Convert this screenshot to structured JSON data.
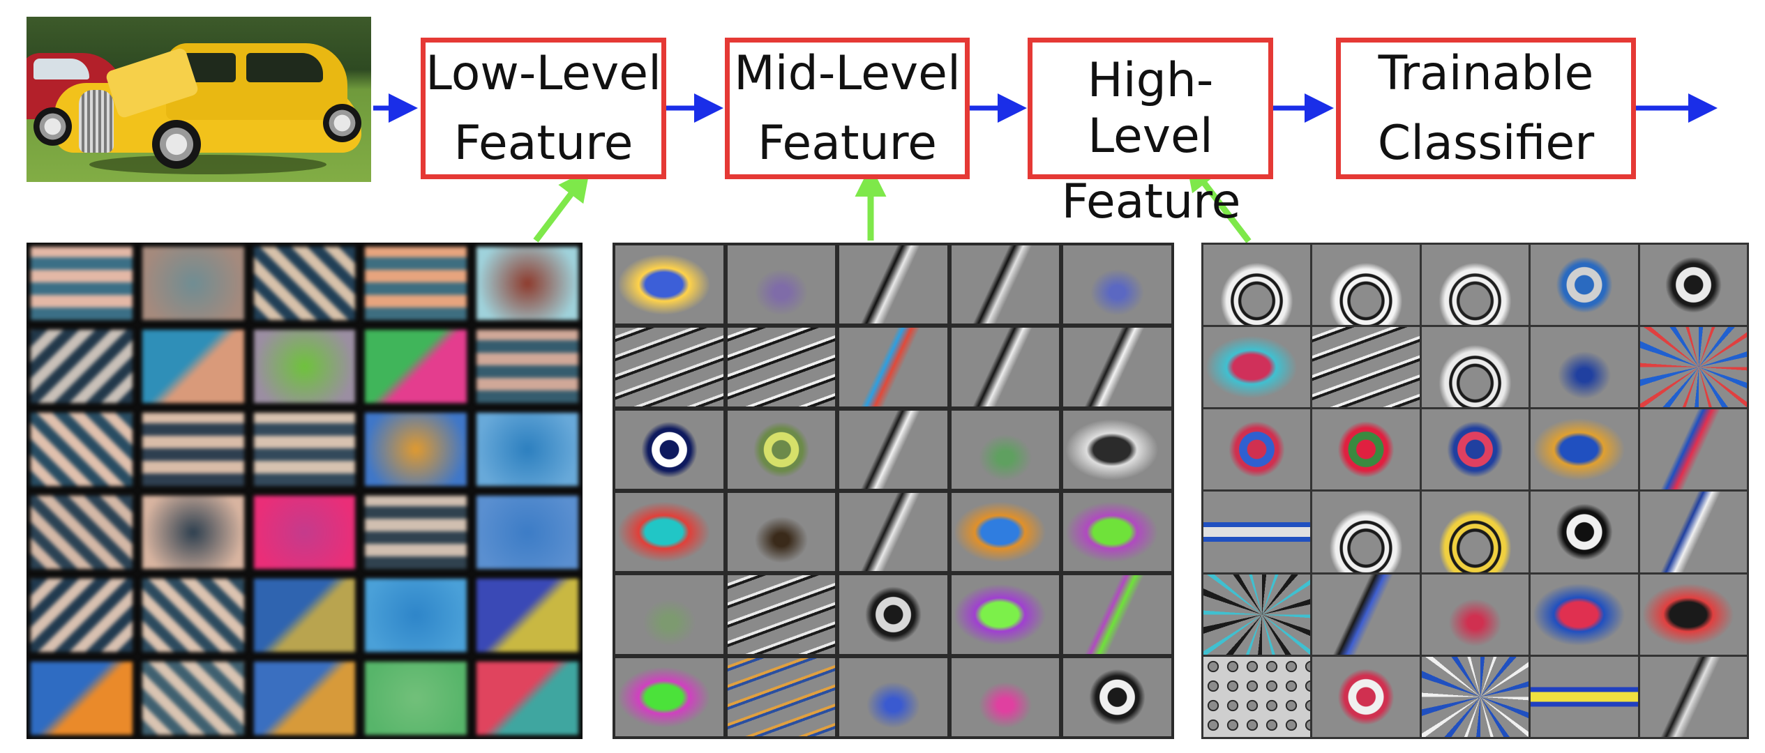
{
  "diagram": {
    "input_image": "yellow-vintage-car-photo",
    "stages": [
      {
        "label": "Low-Level Feature"
      },
      {
        "label": "Mid-Level Feature"
      },
      {
        "label": "High-Level",
        "overflow_label": "Feature"
      },
      {
        "label": "Trainable Classifier"
      }
    ],
    "colors": {
      "box_border": "#e53935",
      "flow_arrow": "#1a2ee8",
      "pointer_arrow": "#7ee84a"
    },
    "filter_grids": [
      {
        "name": "low-level-filters",
        "rows": 6,
        "cols": 5,
        "cells": [
          "#3b6f86|#e3b8a6|stripes-h",
          "#6f8d93|#a58a7d|soft",
          "#213f56|#d7c1aa|stripes-d",
          "#3e6e80|#e7a47e|stripes-h",
          "#8e3a2c|#9fd2db|soft",
          "#22384a|#c9c0b8|stripes-d2",
          "#2f8fb8|#d99a7a|diag",
          "#6ec33b|#9b8ea2|soft",
          "#40b55a|#e43d8e|diag",
          "#355c6e|#d0a898|stripes-h",
          "#284c62|#e0c0ad|stripes-d",
          "#2e3f50|#d9bca8|stripes-h",
          "#33495b|#d7c2b0|stripes-h",
          "#e19a2e|#3f77c8|soft",
          "#2c7fbf|#68a9d9|soft",
          "#2b4254|#d4b8a6|stripes-d",
          "#2d3f4f|#d8b4a0|soft",
          "#c43b8c|#ea2e78|soft",
          "#30424f|#d0bfb0|stripes-h",
          "#3c7cc6|#5a8fd0|soft",
          "#213a4f|#d8c0b0|stripes-d2",
          "#2c4a5e|#dcc3b0|stripes-d",
          "#2f64b0|#b9a44f|diag",
          "#2e85c9|#4aa0d8|soft",
          "#3a49b6|#c9b842|diag",
          "#2f6cc2|#ea8a2a|diag",
          "#3f6070|#d9c4b2|stripes-d",
          "#3a6fc0|#d79a3a|diag",
          "#72c07a|#57b56a|soft",
          "#e0445e|#3fa6a0|diag"
        ]
      },
      {
        "name": "mid-level-filters",
        "rows": 6,
        "cols": 5,
        "cells": [
          "#3c5fd8|#ffd24a|blob",
          "#7f6ca8|#e3e0a0|wisp",
          "#101010|#e8e8e8|edge",
          "#121212|#e0e0e0|edge",
          "#5b68c2|#d6a66a|wisp",
          "#1a1a1a|#e8e8e8|stripes",
          "#171717|#f0f0f0|stripes",
          "#2e9fe0|#e04a3a|edge",
          "#151515|#ececec|edge",
          "#1b1b1b|#f2f2f2|edge",
          "#0e1a5e|#ffffff|ring",
          "#6c8a4a|#d6e06a|ring",
          "#1a1a1a|#f0f0f0|edge",
          "#5fa060|#8bc46e|wisp",
          "#2b2b2b|#dedede|blob",
          "#21c6c6|#e0403a|blob",
          "#3a2a1a|#bfa050|wisp",
          "#1a1a1a|#e8e8e8|edge",
          "#2f7de0|#e0902a|blob",
          "#6fe23a|#b04ac0|blob",
          "#7d9a70|#8f9f8a|wisp",
          "#1b1b1b|#eaeaea|stripes",
          "#1a1a1a|#d8d8d8|ring",
          "#7cf04a|#a040d0|blob",
          "#b04ac0|#6fe23a|edge",
          "#4be23a|#d040c0|blob",
          "#2a4fa0|#e0a040|stripes",
          "#3a5ad0|#e0c03a|wisp",
          "#e040a0|#40c0a0|wisp",
          "#1a1a1a|#f0f0f0|ring"
        ]
      },
      {
        "name": "high-level-filters",
        "rows": 6,
        "cols": 5,
        "cells": [
          "#1a1a1a|#f0f0f0|wheel",
          "#1a1a1a|#f4f4f4|wheel",
          "#1f1f1f|#f0f0f0|wheel",
          "#2a6ac0|#d0d0d0|ring",
          "#1a1a1a|#eaeaea|ring",
          "#d0305a|#40c0d0|blob",
          "#1a1a1a|#f0f0f0|stripes",
          "#1a1a1a|#eaeaea|wheel",
          "#2040a0|#e04a6a|wisp",
          "#2060d0|#e04040|burst",
          "#d03050|#3060d0|ring",
          "#e02040|#3a8a40|ring",
          "#2040a0|#e04060|ring",
          "#2050c0|#e0a030|blob",
          "#2050c0|#e03050|edge",
          "#2050c0|#e0e0e0|text",
          "#1a1a1a|#f0f0f0|wheel",
          "#1a1a1a|#f0d040|wheel",
          "#101010|#f0f0f0|ring",
          "#2040a0|#f0f0f0|edge",
          "#1a1a1a|#40c0d0|burst",
          "#1a1a1a|#4060d0|edge",
          "#d03050|#f0f0f0|wisp",
          "#e03050|#2050c0|blob",
          "#1a1a1a|#e04040|blob",
          "#2a2a2a|#cfcfcf|honeycomb",
          "#d03050|#f0f0f0|ring",
          "#2050c0|#f0f0f0|burst",
          "#2040c0|#f0e040|text",
          "#1a1a1a|#e0e0e0|edge"
        ]
      }
    ]
  }
}
